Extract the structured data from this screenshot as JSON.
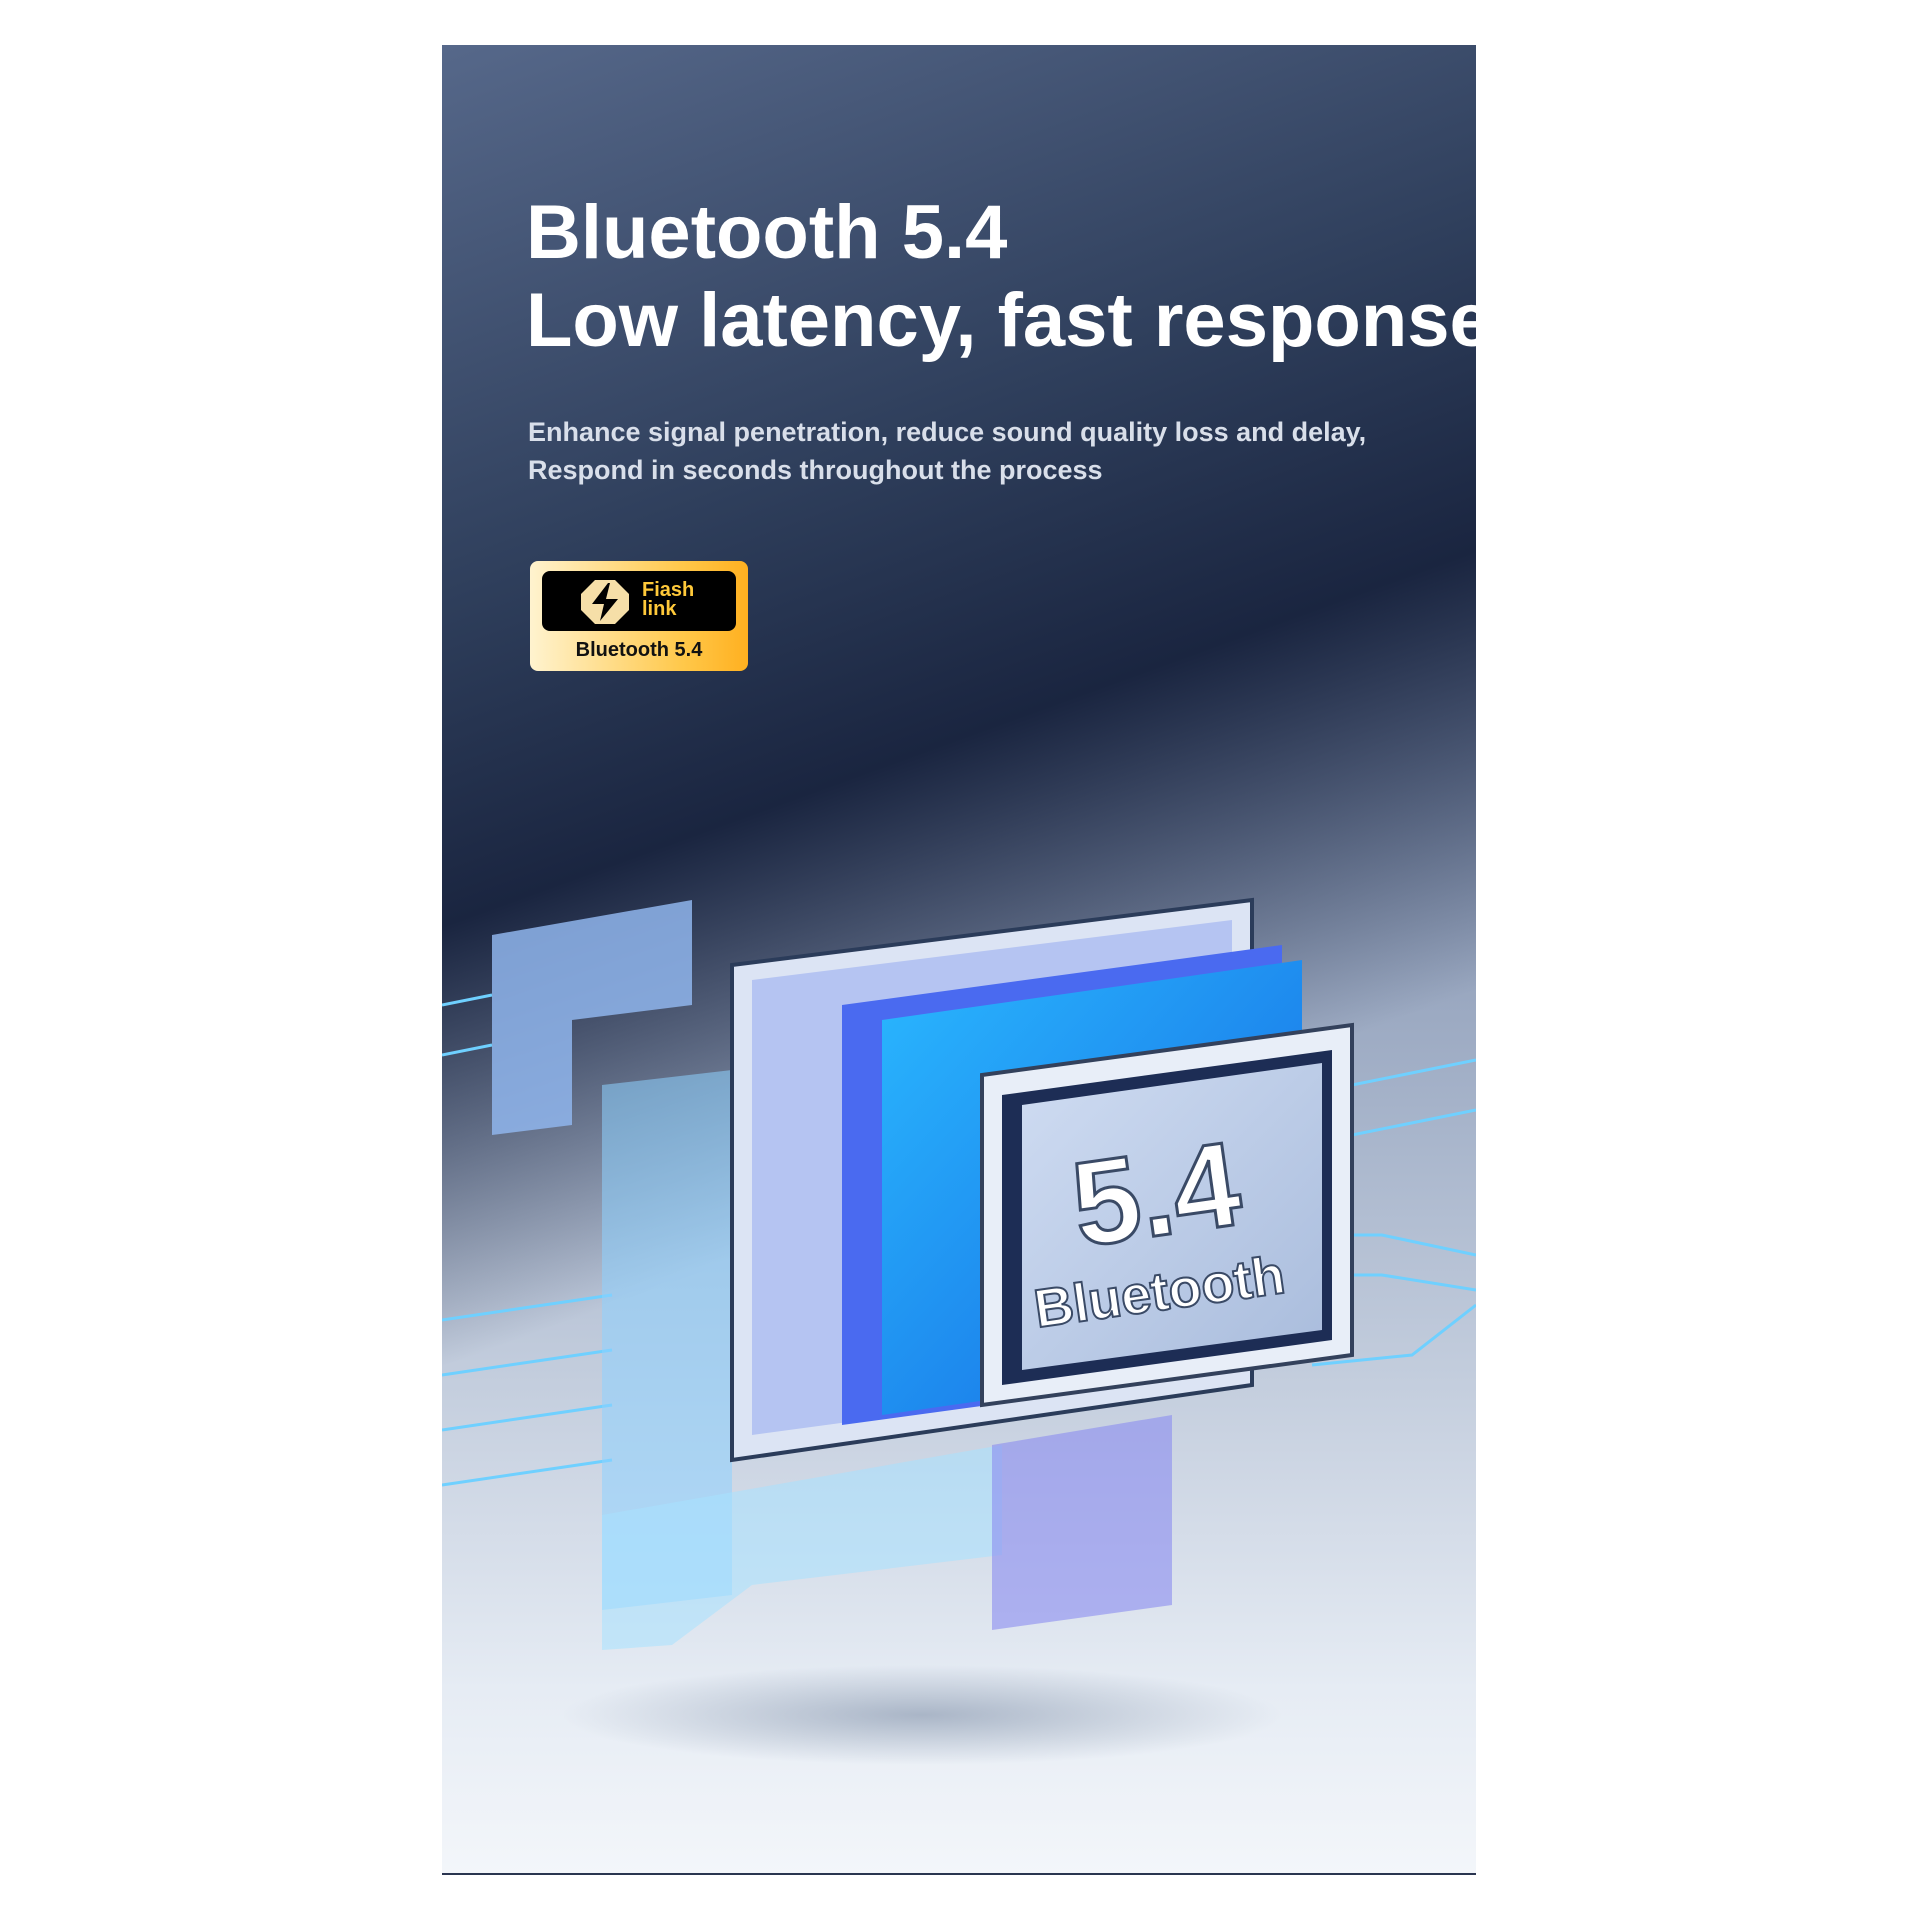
{
  "headline": {
    "line1": "Bluetooth 5.4",
    "line2": "Low latency, fast response"
  },
  "subtitle": {
    "line1": "Enhance signal penetration, reduce sound quality loss and delay,",
    "line2": "Respond in seconds throughout the process"
  },
  "badge": {
    "brand_line1": "Fiash",
    "brand_line2": "link",
    "label": "Bluetooth 5.4",
    "icon": "lightning-bolt-icon"
  },
  "chip": {
    "version": "5.4",
    "label": "Bluetooth"
  },
  "colors": {
    "accent": "#ffc93a",
    "circuit": "#3aa0ff"
  }
}
